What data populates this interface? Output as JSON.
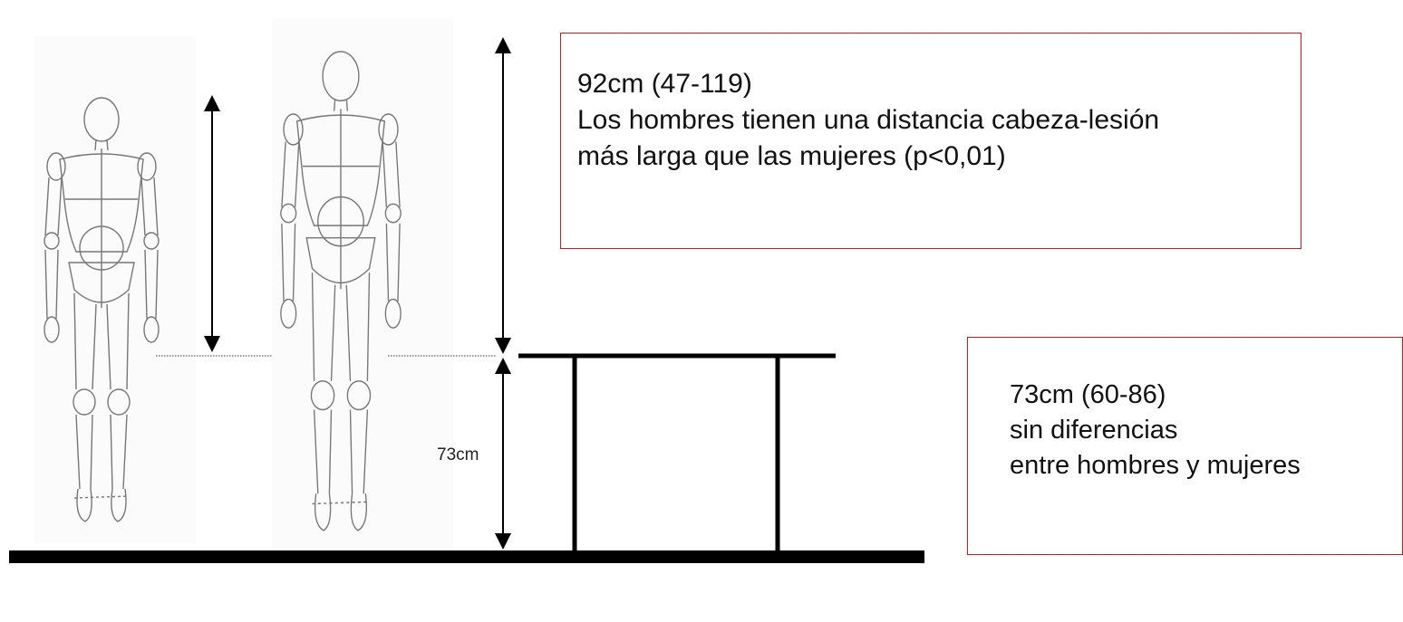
{
  "top_annotation": {
    "lines": [
      "92cm (47-119)",
      "Los hombres tienen una distancia cabeza-lesión",
      "más larga que las mujeres (p<0,01)"
    ]
  },
  "right_annotation": {
    "lines": [
      "73cm (60-86)",
      "sin diferencias",
      "entre hombres y mujeres"
    ]
  },
  "height_label": "73cm",
  "colors": {
    "box_border": "#d0191f",
    "line": "#000000",
    "sketch": "#777777"
  }
}
